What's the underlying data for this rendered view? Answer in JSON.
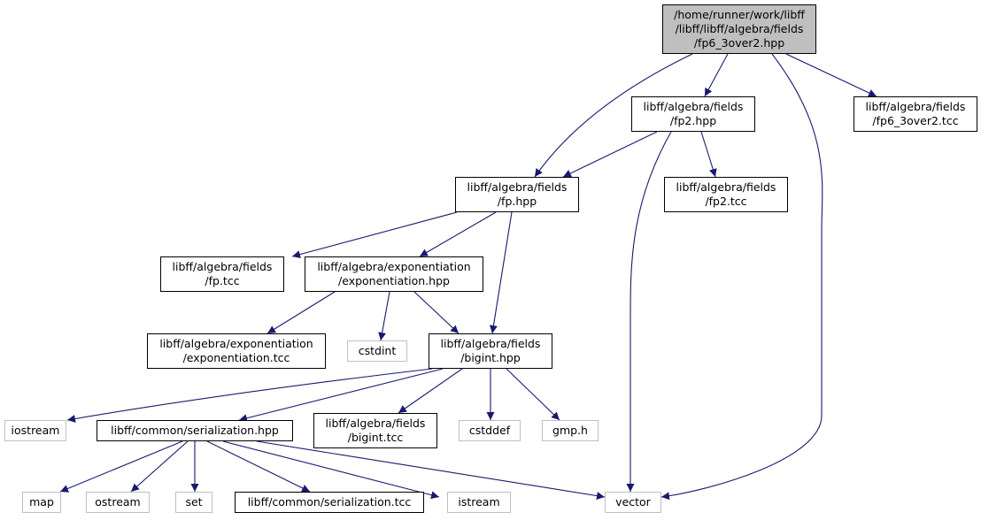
{
  "colors": {
    "edge": "#191970",
    "root_fill": "#bfbfbf",
    "local_border": "#000000",
    "external_border": "#bfbfbf"
  },
  "nodes": [
    {
      "id": "root",
      "kind": "root",
      "lines": [
        "/home/runner/work/libff",
        "/libff/libff/algebra/fields",
        "/fp6_3over2.hpp"
      ]
    },
    {
      "id": "fp2hpp",
      "kind": "local",
      "lines": [
        "libff/algebra/fields",
        "/fp2.hpp"
      ]
    },
    {
      "id": "fp6tcc",
      "kind": "local",
      "lines": [
        "libff/algebra/fields",
        "/fp6_3over2.tcc"
      ]
    },
    {
      "id": "fphpp",
      "kind": "local",
      "lines": [
        "libff/algebra/fields",
        "/fp.hpp"
      ]
    },
    {
      "id": "fp2tcc",
      "kind": "local",
      "lines": [
        "libff/algebra/fields",
        "/fp2.tcc"
      ]
    },
    {
      "id": "fptcc",
      "kind": "local",
      "lines": [
        "libff/algebra/fields",
        "/fp.tcc"
      ]
    },
    {
      "id": "exphpp",
      "kind": "local",
      "lines": [
        "libff/algebra/exponentiation",
        "/exponentiation.hpp"
      ]
    },
    {
      "id": "exptcc",
      "kind": "local",
      "lines": [
        "libff/algebra/exponentiation",
        "/exponentiation.tcc"
      ]
    },
    {
      "id": "cstdint",
      "kind": "ext",
      "lines": [
        "cstdint"
      ]
    },
    {
      "id": "biginthpp",
      "kind": "local",
      "lines": [
        "libff/algebra/fields",
        "/bigint.hpp"
      ]
    },
    {
      "id": "iostream",
      "kind": "ext",
      "lines": [
        "iostream"
      ]
    },
    {
      "id": "serhpp",
      "kind": "local",
      "lines": [
        "libff/common/serialization.hpp"
      ]
    },
    {
      "id": "biginttcc",
      "kind": "local",
      "lines": [
        "libff/algebra/fields",
        "/bigint.tcc"
      ]
    },
    {
      "id": "cstddef",
      "kind": "ext",
      "lines": [
        "cstddef"
      ]
    },
    {
      "id": "gmph",
      "kind": "ext",
      "lines": [
        "gmp.h"
      ]
    },
    {
      "id": "map",
      "kind": "ext",
      "lines": [
        "map"
      ]
    },
    {
      "id": "ostream",
      "kind": "ext",
      "lines": [
        "ostream"
      ]
    },
    {
      "id": "set",
      "kind": "ext",
      "lines": [
        "set"
      ]
    },
    {
      "id": "sertcc",
      "kind": "local",
      "lines": [
        "libff/common/serialization.tcc"
      ]
    },
    {
      "id": "istream",
      "kind": "ext",
      "lines": [
        "istream"
      ]
    },
    {
      "id": "vector",
      "kind": "ext",
      "lines": [
        "vector"
      ]
    }
  ],
  "edges": [
    {
      "from": "root",
      "to": "fp2hpp"
    },
    {
      "from": "root",
      "to": "fp6tcc"
    },
    {
      "from": "root",
      "to": "fphpp"
    },
    {
      "from": "root",
      "to": "vector"
    },
    {
      "from": "fp2hpp",
      "to": "fphpp"
    },
    {
      "from": "fp2hpp",
      "to": "fp2tcc"
    },
    {
      "from": "fp2hpp",
      "to": "vector"
    },
    {
      "from": "fphpp",
      "to": "fptcc"
    },
    {
      "from": "fphpp",
      "to": "exphpp"
    },
    {
      "from": "fphpp",
      "to": "biginthpp"
    },
    {
      "from": "exphpp",
      "to": "exptcc"
    },
    {
      "from": "exphpp",
      "to": "cstdint"
    },
    {
      "from": "exphpp",
      "to": "biginthpp"
    },
    {
      "from": "biginthpp",
      "to": "iostream"
    },
    {
      "from": "biginthpp",
      "to": "serhpp"
    },
    {
      "from": "biginthpp",
      "to": "biginttcc"
    },
    {
      "from": "biginthpp",
      "to": "cstddef"
    },
    {
      "from": "biginthpp",
      "to": "gmph"
    },
    {
      "from": "serhpp",
      "to": "map"
    },
    {
      "from": "serhpp",
      "to": "ostream"
    },
    {
      "from": "serhpp",
      "to": "set"
    },
    {
      "from": "serhpp",
      "to": "sertcc"
    },
    {
      "from": "serhpp",
      "to": "istream"
    },
    {
      "from": "serhpp",
      "to": "vector"
    }
  ]
}
